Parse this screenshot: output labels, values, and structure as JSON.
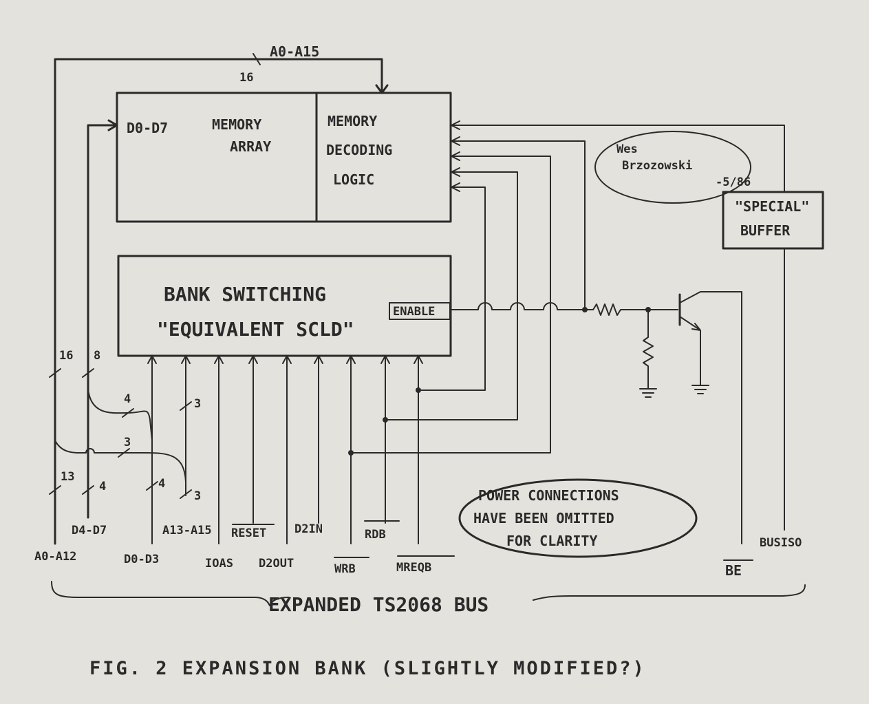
{
  "bus_top": {
    "label": "A0-A15",
    "width": "16"
  },
  "memory_array": {
    "data_label": "D0-D7",
    "line1": "MEMORY",
    "line2": "ARRAY"
  },
  "memory_decoding": {
    "line1": "MEMORY",
    "line2": "DECODING",
    "line3": "LOGIC"
  },
  "signature": {
    "line1": "Wes",
    "line2": "Brzozowski",
    "line3": "-5/86"
  },
  "special_buffer": {
    "line1": "\"SPECIAL\"",
    "line2": "BUFFER"
  },
  "bank_switching": {
    "line1": "BANK SWITCHING",
    "line2": "\"EQUIVALENT SCLD\"",
    "enable": "ENABLE"
  },
  "bus_widths": {
    "a16": "16",
    "d8": "8",
    "d4a": "4",
    "d3": "3",
    "a13": "13",
    "d4b": "4",
    "d4c": "4",
    "a3a": "3",
    "a3b": "3"
  },
  "bus_signals": {
    "a0_a12": "A0-A12",
    "d4_d7": "D4-D7",
    "d0_d3": "D0-D3",
    "a13_a15": "A13-A15",
    "ioas": "IOAS",
    "reset": "RESET",
    "d2out": "D2OUT",
    "d2in": "D2IN",
    "wrb": "WRB",
    "rdb": "RDB",
    "mreqb": "MREQB",
    "be": "BE",
    "busiso": "BUSISO"
  },
  "power_note": {
    "line1": "POWER CONNECTIONS",
    "line2": "HAVE BEEN OMITTED",
    "line3": "FOR CLARITY"
  },
  "bus_brace": {
    "label": "EXPANDED TS2068 BUS"
  },
  "figure_caption": "FIG. 2  EXPANSION BANK (SLIGHTLY MODIFIED?)"
}
